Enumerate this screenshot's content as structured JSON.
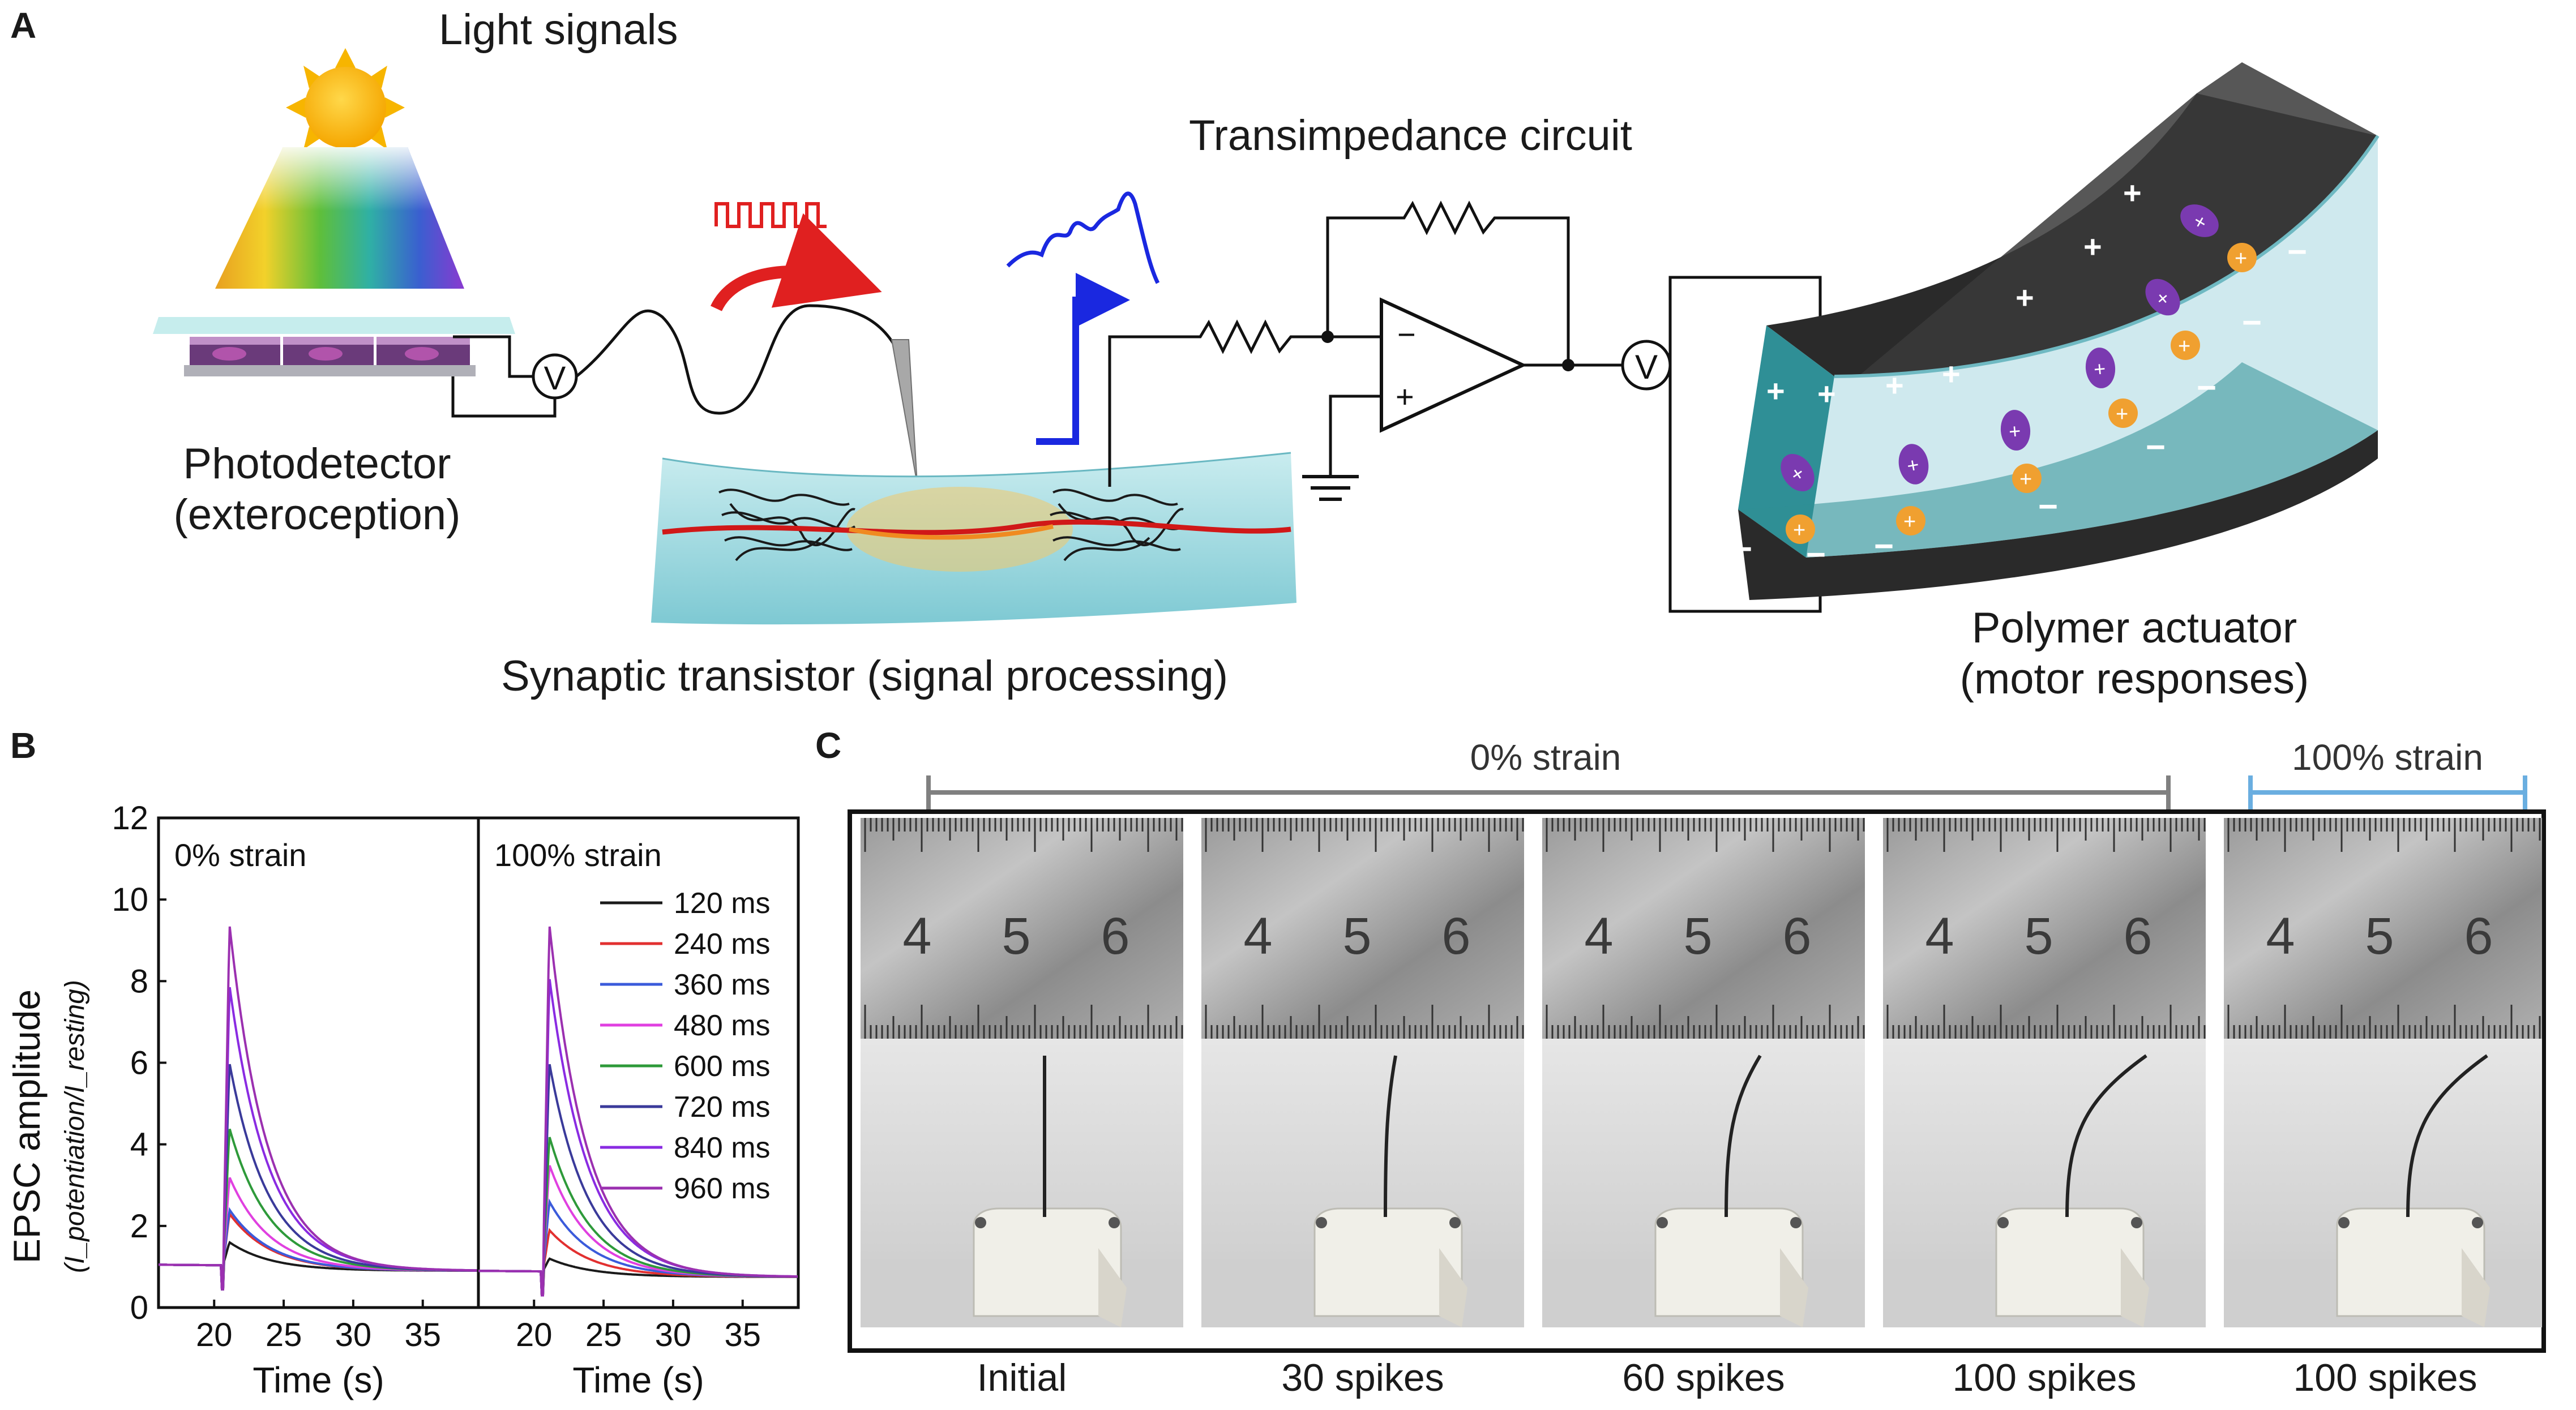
{
  "figure": {
    "panel_a": {
      "letter": "A",
      "light_signals": "Light signals",
      "photodetector_line1": "Photodetector",
      "photodetector_line2": "(exteroception)",
      "transimpedance": "Transimpedance circuit",
      "synaptic": "Synaptic transistor (signal processing)",
      "actuator_line1": "Polymer actuator",
      "actuator_line2": "(motor responses)",
      "voltmeter_symbol": "V",
      "opamp_minus": "−",
      "opamp_plus": "+",
      "icons": [
        "sun-icon",
        "spectrum-icon",
        "voltmeter-icon",
        "resistor-icon",
        "op-amp-icon",
        "ground-icon",
        "ion-icon"
      ]
    },
    "panel_b": {
      "letter": "B",
      "label_left": "0% strain",
      "label_right": "100% strain"
    },
    "panel_c": {
      "letter": "C",
      "bracket_left": "0% strain",
      "bracket_right": "100% strain",
      "ruler_numbers": [
        "4",
        "5",
        "6"
      ],
      "captions": [
        "Initial",
        "30 spikes",
        "60 spikes",
        "100 spikes",
        "100 spikes"
      ],
      "colors": {
        "bracket_left": "#808080",
        "bracket_right": "#6aaee0"
      }
    }
  },
  "chart_data": {
    "type": "line",
    "ylabel_main": "EPSC amplitude",
    "ylabel_ratio": "(I_potentiation/I_resting)",
    "ylim": [
      0,
      12
    ],
    "yticks": [
      "0",
      "2",
      "4",
      "6",
      "8",
      "10",
      "12"
    ],
    "subplots": [
      {
        "label": "0% strain",
        "xlabel": "Time (s)",
        "xlim": [
          16,
          39
        ],
        "xticks": [
          "20",
          "25",
          "30",
          "35"
        ],
        "pulse_start_s": 20.5,
        "baseline_before": 1.05,
        "baseline_after": 0.9,
        "series": [
          {
            "name": "120 ms",
            "color": "#1a1a1a",
            "peak": 1.6,
            "decay_s": 3.0
          },
          {
            "name": "240 ms",
            "color": "#e23030",
            "peak": 2.3,
            "decay_s": 3.0
          },
          {
            "name": "360 ms",
            "color": "#3b5bdb",
            "peak": 2.4,
            "decay_s": 3.0
          },
          {
            "name": "480 ms",
            "color": "#e040e0",
            "peak": 3.2,
            "decay_s": 2.9
          },
          {
            "name": "600 ms",
            "color": "#2e9a3a",
            "peak": 4.4,
            "decay_s": 2.9
          },
          {
            "name": "720 ms",
            "color": "#3a3a9a",
            "peak": 6.0,
            "decay_s": 2.8
          },
          {
            "name": "840 ms",
            "color": "#8a2be2",
            "peak": 7.9,
            "decay_s": 2.8
          },
          {
            "name": "960 ms",
            "color": "#9b30b0",
            "peak": 9.4,
            "decay_s": 2.7
          }
        ]
      },
      {
        "label": "100% strain",
        "xlabel": "Time (s)",
        "xlim": [
          16,
          39
        ],
        "xticks": [
          "20",
          "25",
          "30",
          "35"
        ],
        "pulse_start_s": 20.5,
        "baseline_before": 0.9,
        "baseline_after": 0.75,
        "series": [
          {
            "name": "120 ms",
            "color": "#1a1a1a",
            "peak": 1.2,
            "decay_s": 3.0
          },
          {
            "name": "240 ms",
            "color": "#e23030",
            "peak": 1.9,
            "decay_s": 3.0
          },
          {
            "name": "360 ms",
            "color": "#3b5bdb",
            "peak": 2.6,
            "decay_s": 3.0
          },
          {
            "name": "480 ms",
            "color": "#e040e0",
            "peak": 3.5,
            "decay_s": 2.9
          },
          {
            "name": "600 ms",
            "color": "#2e9a3a",
            "peak": 4.2,
            "decay_s": 2.9
          },
          {
            "name": "720 ms",
            "color": "#3a3a9a",
            "peak": 6.0,
            "decay_s": 2.8
          },
          {
            "name": "840 ms",
            "color": "#8a2be2",
            "peak": 8.1,
            "decay_s": 2.8
          },
          {
            "name": "960 ms",
            "color": "#9b30b0",
            "peak": 9.4,
            "decay_s": 2.7
          }
        ]
      }
    ]
  }
}
